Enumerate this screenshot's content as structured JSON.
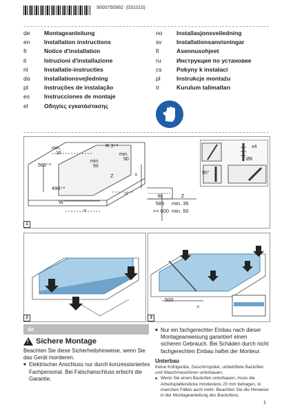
{
  "header": {
    "doc_number": "9000750992",
    "doc_revision": "(031010)"
  },
  "languages_left": [
    {
      "code": "de",
      "title": "Montageanleitung"
    },
    {
      "code": "en",
      "title": "Installation instructions"
    },
    {
      "code": "fr",
      "title": "Notice d'installation"
    },
    {
      "code": "it",
      "title": "Istruzioni d'installazione"
    },
    {
      "code": "nl",
      "title": "Installatie-instructies"
    },
    {
      "code": "da",
      "title": "Installationsvejledning"
    },
    {
      "code": "pt",
      "title": "Instruções de instalação"
    },
    {
      "code": "es",
      "title": "Instrucciones de montaje"
    },
    {
      "code": "el",
      "title": "Οδηγίες εγκατάστασης"
    }
  ],
  "languages_right": [
    {
      "code": "no",
      "title": "Installasjonsveiledning"
    },
    {
      "code": "sv",
      "title": "Installationsanvisningar"
    },
    {
      "code": "fi",
      "title": "Asennusohjeet"
    },
    {
      "code": "ru",
      "title": "Инструкция по установке"
    },
    {
      "code": "cs",
      "title": "Pokyny k instalaci"
    },
    {
      "code": "pl",
      "title": "Instrukcje montażu"
    },
    {
      "code": "tr",
      "title": "Kurulum talimatları"
    }
  ],
  "figure1": {
    "number": "1",
    "labels": {
      "min16_a": "min.",
      "min16_b": "16",
      "r3": "R 3⁺²",
      "min90_a": "min.",
      "min90_b": "90",
      "min50_a": "min.",
      "min50_b": "50",
      "w560": "560⁺²",
      "w490": "490⁺²",
      "z": "Z",
      "w": "W",
      "eq1": "=",
      "eq2": "=",
      "eq3": "="
    },
    "table": {
      "headers": [
        "W",
        "Z"
      ],
      "rows": [
        [
          "585",
          "min. 35"
        ],
        [
          ">= 600",
          "min. 50"
        ]
      ]
    },
    "tools": {
      "x4": "x4",
      "drill": "Ø6",
      "angle": "90°"
    }
  },
  "figure2": {
    "number": "2"
  },
  "figure3": {
    "number": "3",
    "dim": "500",
    "eq": "="
  },
  "section": {
    "lang_badge": "de",
    "heading": "Sichere Montage",
    "warning_symbol": "!",
    "intro": "Beachten Sie diese Sicherheitshinweise, wenn Sie das Gerät montieren.",
    "bullet1": "Elektrischer Anschluss nur durch konzessioniertes Fachpersonal. Bei Falschanschluss erlischt die Garantie.",
    "bullet2": "Nur ein fachgerechter Einbau nach dieser Montageanweisung garantiert einen sicheren Gebrauch. Bei Schäden durch nicht fachgerechten Einbau haftet der Monteur.",
    "subheading": "Unterbau",
    "sub_text": "Keine Kühlgeräte, Geschirrspüler, unbelüftete Backöfen und Waschmaschinen unterbauen.",
    "sub_bullet": "Wenn Sie einen Backofen unterbauen, muss die Arbeitsplattendicke mindestens 20 mm betragen, in manchen Fällen auch mehr. Beachten Sie die Hinweise in der Montageanleitung des Backofens.",
    "bullet_symbol": "■"
  },
  "page_number": "1",
  "colors": {
    "glass": "#a9cfe8",
    "glass_edge": "#4c86b5",
    "mandatory_blue": "#1d5fa7"
  }
}
